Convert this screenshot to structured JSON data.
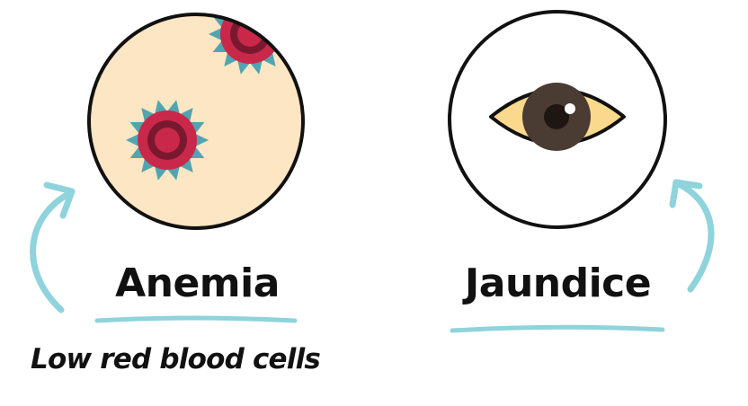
{
  "colors": {
    "arrow": "#8fd3dc",
    "underline": "#8fd3dc",
    "plasma": "#fde6c4",
    "cell_red": "#c9284a",
    "cell_dark": "#7a1830",
    "spike_teal": "#4fa6b0",
    "sclera_yellow": "#fbd98c",
    "iris": "#4a3c32",
    "outline": "#111111"
  },
  "anemia": {
    "title": "Anemia",
    "caption": "Low red blood cells",
    "icon": "blood-cells-icon"
  },
  "jaundice": {
    "title": "Jaundice",
    "icon": "yellow-eye-icon"
  }
}
